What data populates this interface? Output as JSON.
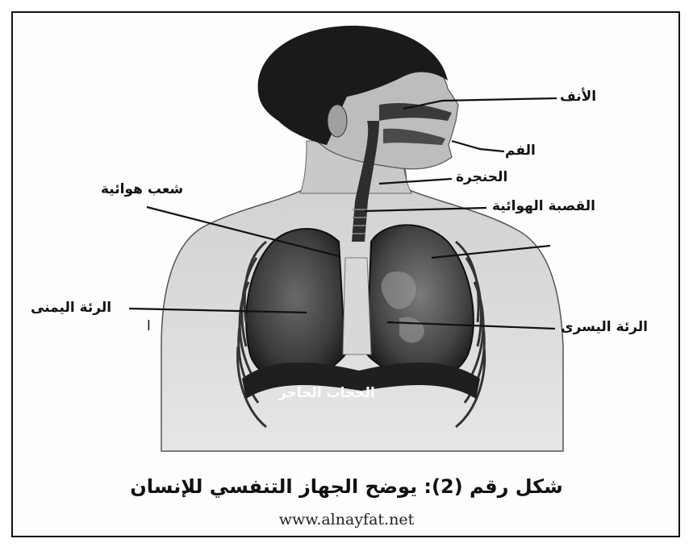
{
  "labels": {
    "nose": "الأنف",
    "mouth": "الفم",
    "larynx": "الحنجرة",
    "trachea": "القصبة الهوائية",
    "bronchi": "شعب هوائية",
    "right_lung": "الرئة اليمنى",
    "left_lung": "الرئة اليسرى",
    "diaphragm": "الحجاب الحاجز",
    "side_mark": "ا"
  },
  "caption": "شكل رقم (2): يوضح الجهاز التنفسي للإنسان",
  "website": "www.alnayfat.net",
  "colors": {
    "ink": "#111111",
    "background": "#ffffff"
  }
}
